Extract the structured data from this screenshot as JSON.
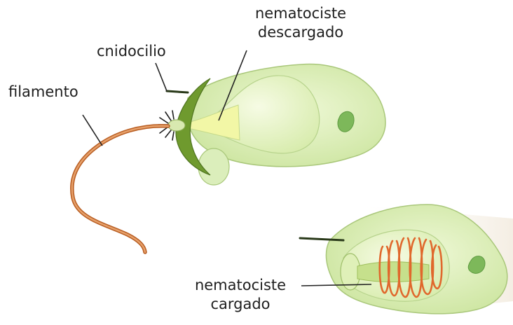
{
  "labels": {
    "filamento": "filamento",
    "cnidocilio": "cnidocilio",
    "discharged_line1": "nematociste",
    "discharged_line2": "descargado",
    "charged_line1": "nematociste",
    "charged_line2": "cargado"
  },
  "colors": {
    "cell_fill": "#d4ecab",
    "cell_stroke": "#9fbf6a",
    "capsule_fill": "#e8f6c4",
    "operculum": "#6f9a2e",
    "nucleus": "#7fb55a",
    "filament": "#d8803a",
    "coil": "#e0682c",
    "leader": "#222222"
  }
}
